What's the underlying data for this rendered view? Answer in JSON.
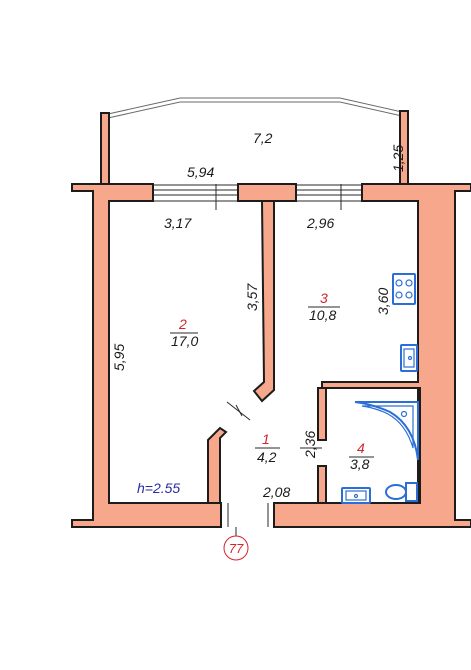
{
  "plan": {
    "rooms": [
      {
        "number": "1",
        "area": "4,2"
      },
      {
        "number": "2",
        "area": "17,0"
      },
      {
        "number": "3",
        "area": "10,8"
      },
      {
        "number": "4",
        "area": "3,8"
      }
    ],
    "balcony_area": "7,2",
    "dimensions": {
      "balcony_depth": "1,25",
      "window_wall": "5,94",
      "room2_width": "3,17",
      "room3_width": "2,96",
      "room2_length": "5,95",
      "partition_length": "3,57",
      "room3_depth": "3,60",
      "bath_depth": "2,36",
      "hall_width": "2,08"
    },
    "ceiling_height": "h=2.55",
    "apartment_number": "77"
  },
  "colors": {
    "wall_fill": "#f6a78c",
    "room_number": "#d0262b",
    "height_text": "#2b2ba0",
    "fixture": "#2b6fd6"
  },
  "icons": [
    "stove-icon",
    "sink-icon",
    "bathtub-icon",
    "washbasin-icon",
    "toilet-icon",
    "door-swing-icon"
  ]
}
